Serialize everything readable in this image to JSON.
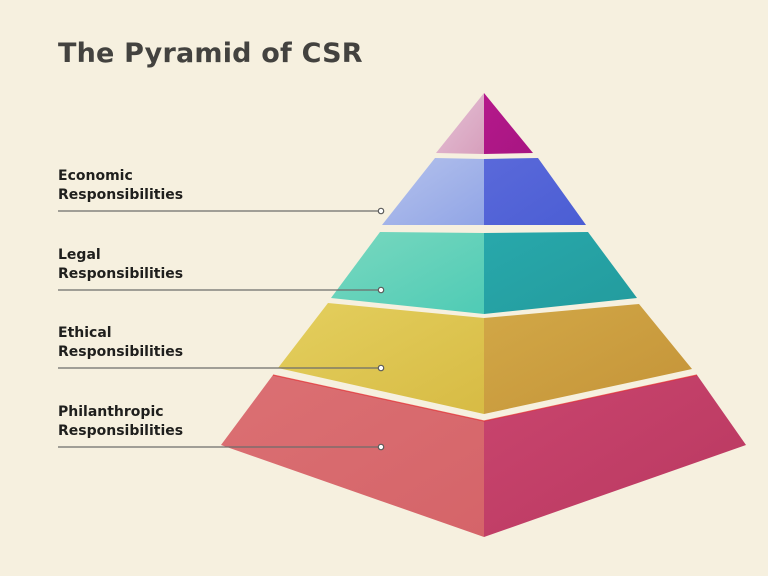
{
  "title": "The Pyramid of CSR",
  "levels": [
    {
      "line1": "Economic",
      "line2": "Responsibilities"
    },
    {
      "line1": "Legal",
      "line2": "Responsibilities"
    },
    {
      "line1": "Ethical",
      "line2": "Responsibilities"
    },
    {
      "line1": "Philanthropic",
      "line2": "Responsibilities"
    }
  ],
  "colors": {
    "background": "#f6f0df",
    "top": "#b51b8d",
    "economic": "#5b6fd8",
    "legal": "#26a8a8",
    "ethical": "#d8b043",
    "philanthropic": "#c84c68",
    "connector": "#6d6d6b"
  }
}
